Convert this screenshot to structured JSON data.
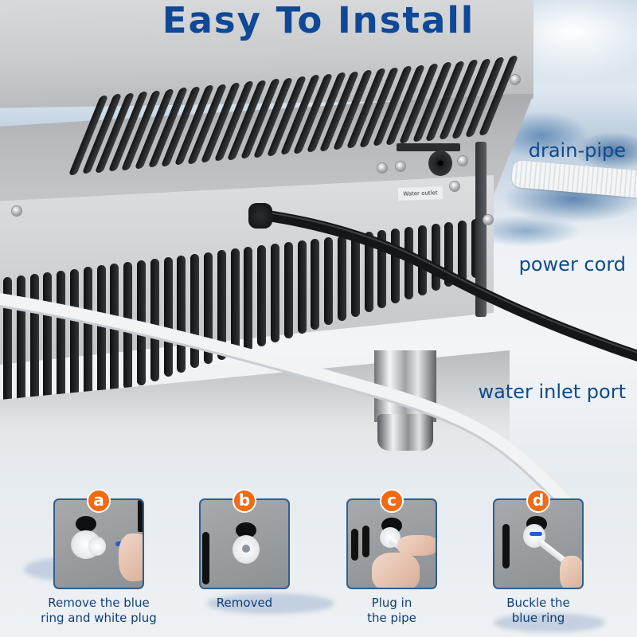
{
  "title": "Easy To Install",
  "machine": {
    "outlet_sticker": "Water outlet"
  },
  "callouts": [
    {
      "id": "drain",
      "label": "drain-pipe"
    },
    {
      "id": "power",
      "label": "power cord"
    },
    {
      "id": "inlet",
      "label": "water inlet port"
    }
  ],
  "steps": [
    {
      "badge": "a",
      "caption_line1": "Remove the blue",
      "caption_line2": "ring and white plug"
    },
    {
      "badge": "b",
      "caption_line1": "Removed",
      "caption_line2": ""
    },
    {
      "badge": "c",
      "caption_line1": "Plug in",
      "caption_line2": "the pipe"
    },
    {
      "badge": "d",
      "caption_line1": "Buckle the",
      "caption_line2": "blue ring"
    }
  ],
  "colors": {
    "title_blue": "#0f4896",
    "label_blue": "#0f4a8c",
    "badge_orange": "#f26a12",
    "photo_border": "#2f5f8f"
  }
}
